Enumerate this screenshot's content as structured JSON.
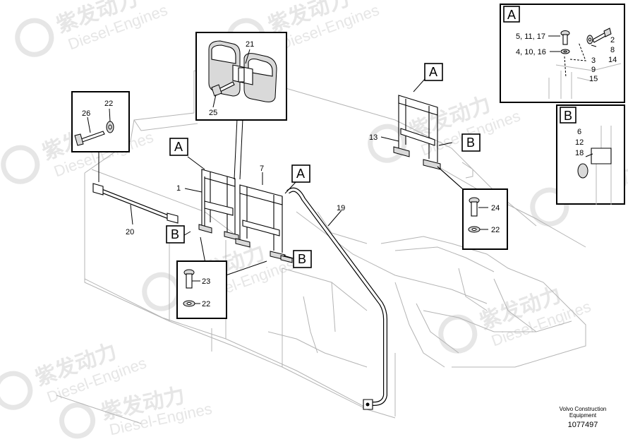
{
  "watermark": {
    "cn": "紫发动力",
    "en": "Diesel-Engines"
  },
  "callouts": {
    "n1": "1",
    "n7": "7",
    "n13": "13",
    "n19": "19",
    "n20": "20",
    "n21": "21",
    "n25": "25",
    "n26": "26",
    "n22": "22",
    "n23": "23",
    "n24": "24",
    "n6": "6",
    "n12": "12",
    "n18": "18",
    "a_5_11_17": "5, 11, 17",
    "a_4_10_16": "4, 10, 16",
    "a_2_8_14": "2",
    "a_8": "8",
    "a_14": "14",
    "a_3": "3",
    "a_9": "9",
    "a_15": "15"
  },
  "labels": {
    "A": "A",
    "B": "B"
  },
  "footer": {
    "line1": "Volvo Construction",
    "line2": "Equipment",
    "number": "1077497"
  }
}
